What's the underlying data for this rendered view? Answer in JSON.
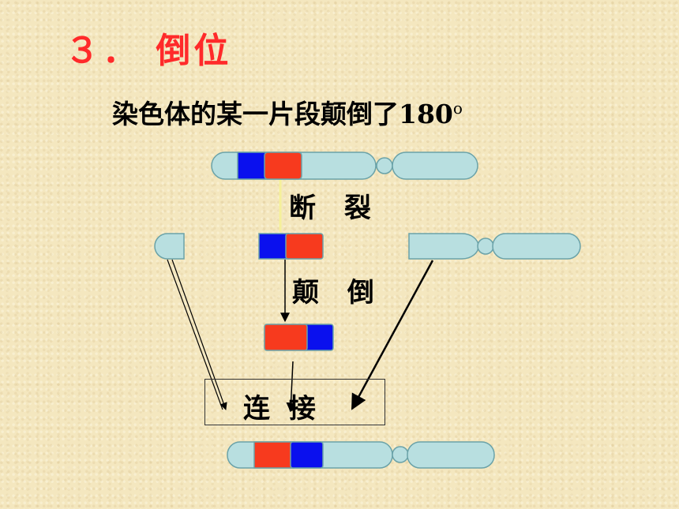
{
  "title": "３． 倒位",
  "subtitle": "染色体的某一片段颠倒了180",
  "subtitle_sup": "o",
  "steps": {
    "break": "断 裂",
    "invert": "颠 倒",
    "join": "连  接"
  },
  "colors": {
    "chromosome": "#b8dfe0",
    "blue_segment": "#0a10ee",
    "red_segment": "#f73a1e",
    "title": "#ff2a2a",
    "background": "#f4e7bf"
  }
}
